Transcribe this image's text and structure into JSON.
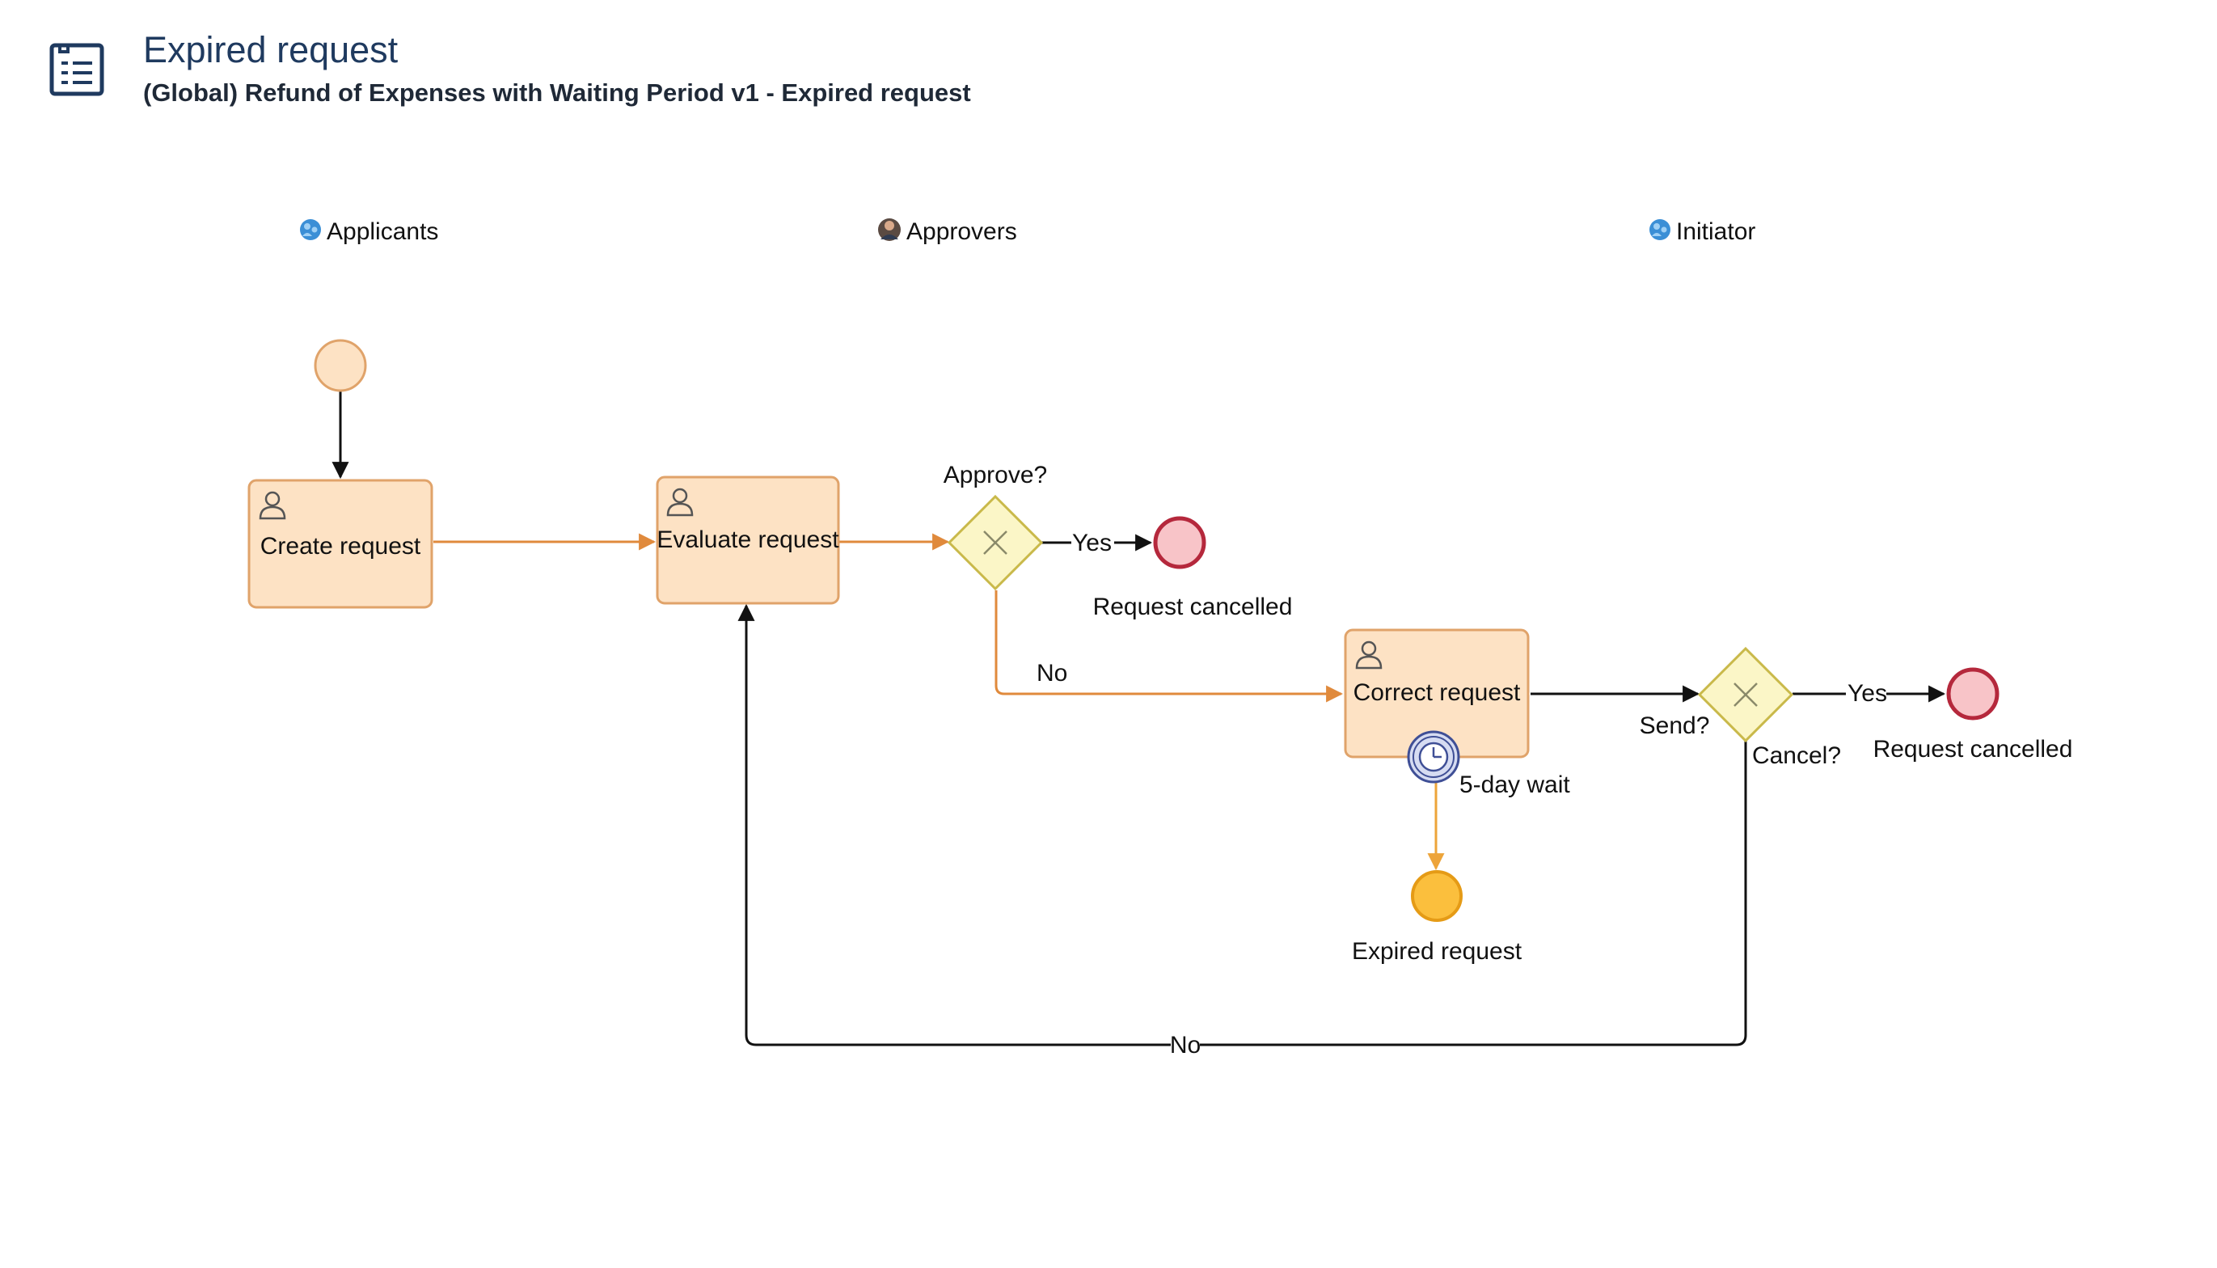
{
  "header": {
    "title": "Expired request",
    "subtitle": "(Global) Refund of Expenses with Waiting Period v1 - Expired request"
  },
  "lanes": {
    "applicants": "Applicants",
    "approvers": "Approvers",
    "initiator": "Initiator"
  },
  "tasks": {
    "create_request": "Create request",
    "evaluate_request": "Evaluate request",
    "correct_request": "Correct request"
  },
  "gateways": {
    "approve": "Approve?",
    "send": "Send?",
    "cancel": "Cancel?"
  },
  "flow_labels": {
    "approve_yes": "Yes",
    "approve_no": "No",
    "cancel_yes": "Yes",
    "cancel_no": "No"
  },
  "events": {
    "request_cancelled_1": "Request cancelled",
    "request_cancelled_2": "Request cancelled",
    "expired_request": "Expired request",
    "timer_label": "5-day wait"
  },
  "colors": {
    "task_fill": "#fde2c4",
    "task_stroke": "#e0a36a",
    "flow_orange": "#e08a3c",
    "flow_black": "#111111",
    "gateway_fill": "#fbf6c7",
    "gateway_stroke": "#c9b94a",
    "end_fill": "#f8c4c8",
    "end_stroke": "#b5283c",
    "start_fill": "#fde2c4",
    "start_stroke": "#e0a36a",
    "expired_fill": "#fbbf3d",
    "expired_stroke": "#e59b16",
    "timer_stroke": "#3f4f96",
    "header_icon": "#1f3a5f",
    "lane_icon": "#3b8fd6"
  }
}
